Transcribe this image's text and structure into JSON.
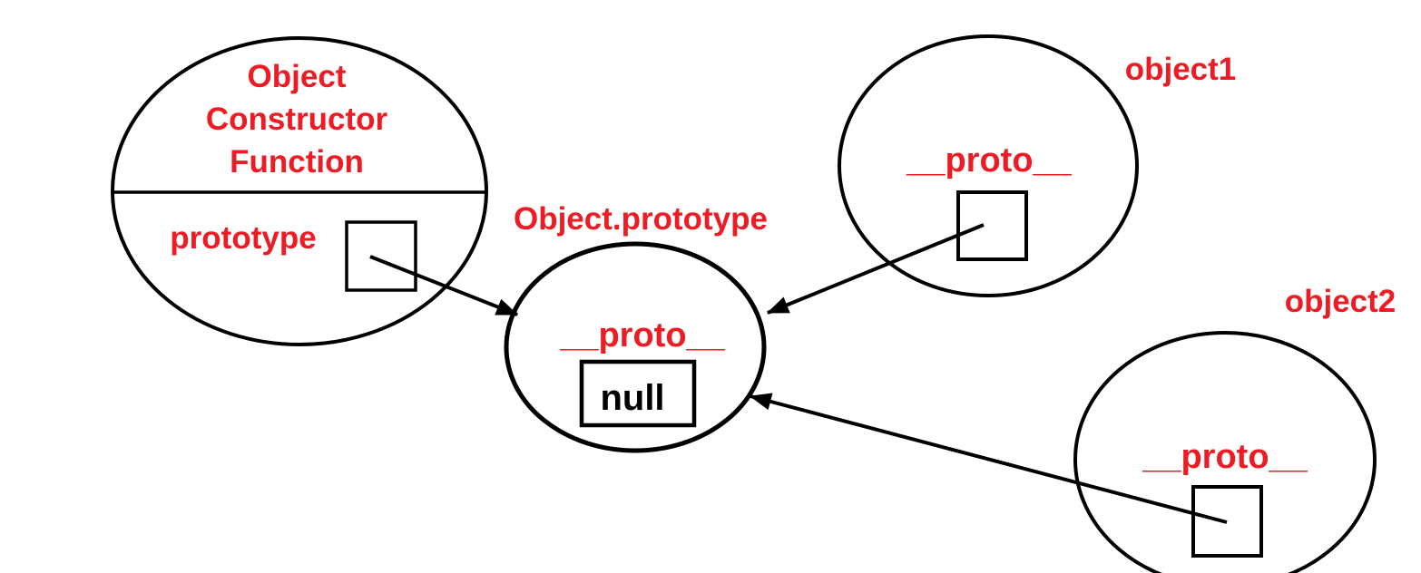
{
  "colors": {
    "accent_red": "#ed1c24",
    "line_black": "#000000",
    "background": "#ffffff"
  },
  "diagram": {
    "constructor_function": {
      "title_line1": "Object",
      "title_line2": "Constructor",
      "title_line3": "Function",
      "property": "prototype"
    },
    "object_prototype": {
      "title": "Object.prototype",
      "property": "__proto__",
      "value": "null"
    },
    "object1": {
      "title": "object1",
      "property": "__proto__"
    },
    "object2": {
      "title": "object2",
      "property": "__proto__"
    }
  }
}
